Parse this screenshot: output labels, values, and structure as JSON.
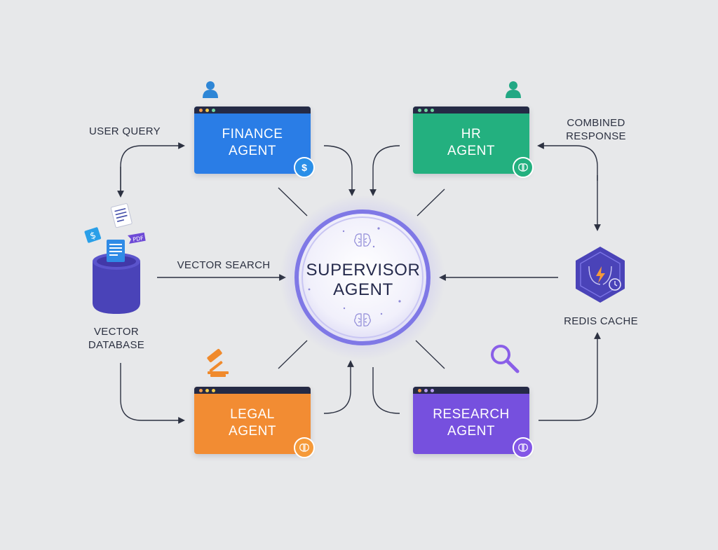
{
  "diagram": {
    "supervisor": {
      "line1": "SUPERVISOR",
      "line2": "AGENT"
    },
    "agents": [
      {
        "id": "finance",
        "line1": "FINANCE",
        "line2": "AGENT",
        "color": "#2a7de6",
        "badge_color": "#2a8fe8",
        "badge_icon": "dollar-icon",
        "badge_glyph": "$",
        "person_icon": "person-icon",
        "person_color": "#2e86d6"
      },
      {
        "id": "hr",
        "line1": "HR",
        "line2": "AGENT",
        "color": "#23b07f",
        "badge_color": "#23b07f",
        "badge_icon": "brain-icon",
        "badge_glyph": "",
        "person_icon": "person-icon",
        "person_color": "#22a884"
      },
      {
        "id": "legal",
        "line1": "LEGAL",
        "line2": "AGENT",
        "color": "#f28c33",
        "badge_color": "#f59a3a",
        "badge_icon": "brain-icon",
        "badge_glyph": "",
        "top_icon": "gavel-icon",
        "top_icon_color": "#f08a2c"
      },
      {
        "id": "research",
        "line1": "RESEARCH",
        "line2": "AGENT",
        "color": "#7650de",
        "badge_color": "#8357e6",
        "badge_icon": "brain-icon",
        "badge_glyph": "",
        "top_icon": "magnifier-icon",
        "top_icon_color": "#8a5fe8"
      }
    ],
    "labels": {
      "user_query": "USER QUERY",
      "combined_response_1": "COMBINED",
      "combined_response_2": "RESPONSE",
      "vector_search": "VECTOR SEARCH",
      "vector_database_1": "VECTOR",
      "vector_database_2": "DATABASE",
      "redis_cache": "REDIS CACHE"
    },
    "colors": {
      "background": "#e7e8ea",
      "arrow": "#2c3141",
      "window_bar": "#252a45",
      "database": "#4a43b8",
      "redis_hex": "#4a43b8",
      "supervisor_ring": "#7f78e6"
    }
  }
}
